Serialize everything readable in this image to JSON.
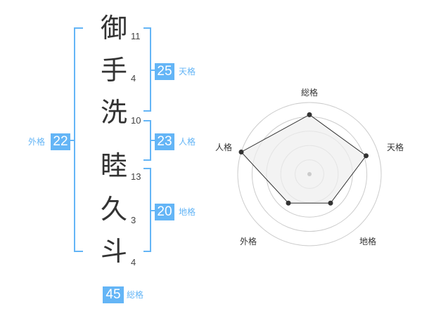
{
  "characters": [
    {
      "char": "御",
      "strokes": "11"
    },
    {
      "char": "手",
      "strokes": "4"
    },
    {
      "char": "洗",
      "strokes": "10"
    },
    {
      "char": "睦",
      "strokes": "13"
    },
    {
      "char": "久",
      "strokes": "3"
    },
    {
      "char": "斗",
      "strokes": "4"
    }
  ],
  "scores": {
    "tenkaku": {
      "value": "25",
      "label": "天格"
    },
    "jinkaku": {
      "value": "23",
      "label": "人格"
    },
    "chikaku": {
      "value": "20",
      "label": "地格"
    },
    "gaikaku": {
      "value": "22",
      "label": "外格"
    },
    "soukaku": {
      "value": "45",
      "label": "総格"
    }
  },
  "radar": {
    "axes": [
      "総格",
      "天格",
      "地格",
      "外格",
      "人格"
    ],
    "levels": [
      0.83,
      0.83,
      0.5,
      0.5,
      1.0
    ],
    "line_color": "#333333",
    "fill_color": "#eeeeee",
    "ring_color": "#cccccc"
  },
  "colors": {
    "accent": "#64b5f6"
  }
}
